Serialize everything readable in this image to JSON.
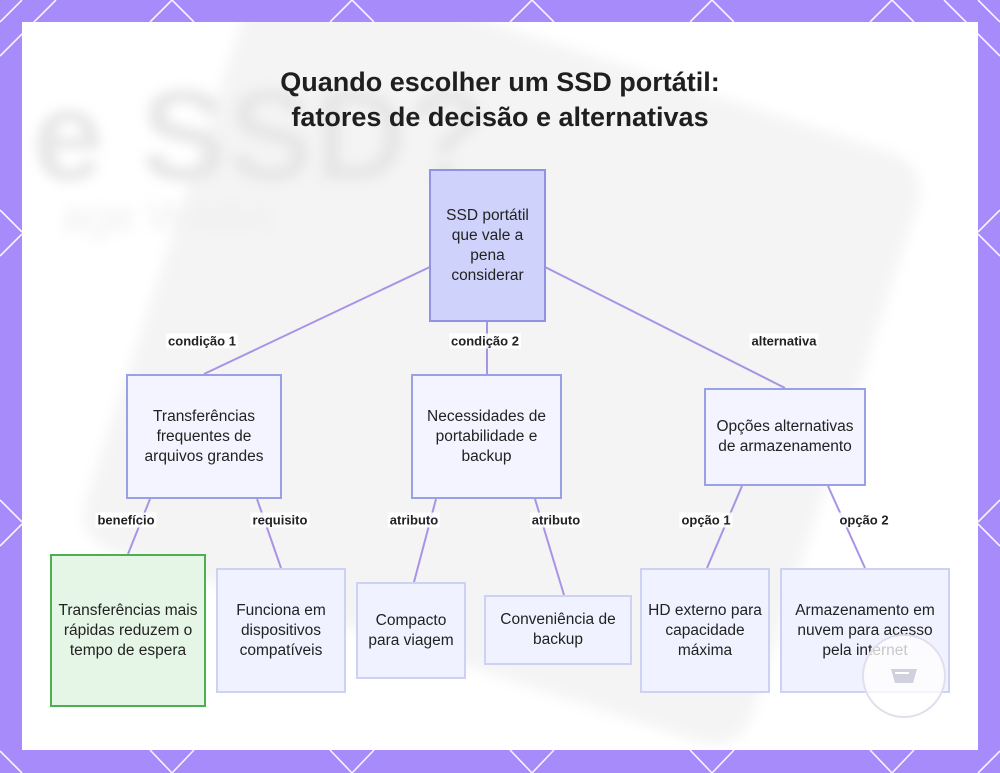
{
  "title": {
    "line1": "Quando escolher um SSD portátil:",
    "line2": "fatores de decisão e alternativas"
  },
  "background": {
    "big_text": "e SSD?",
    "small_text": "age Works"
  },
  "nodes": {
    "root": "SSD portátil que vale a pena considerar",
    "transfers": "Transferências frequentes de arquivos grandes",
    "portability": "Necessidades de portabilidade e backup",
    "alternatives": "Opções alternativas de armazenamento",
    "faster": "Transferências mais rápidas reduzem o tempo de espera",
    "compatible": "Funciona em dispositivos compatíveis",
    "compact": "Compacto para viagem",
    "backup_convenience": "Conveniência de backup",
    "hdd": "HD externo para capacidade máxima",
    "cloud": "Armazenamento em nuvem para acesso pela internet"
  },
  "edge_labels": {
    "cond1": "condição 1",
    "cond2": "condição 2",
    "alternative": "alternativa",
    "benefit": "benefício",
    "requirement": "requisito",
    "attribute1": "atributo",
    "attribute2": "atributo",
    "option1": "opção 1",
    "option2": "opção 2"
  },
  "colors": {
    "frame": "#a78bfa",
    "edge": "#a993e6",
    "root_fill": "#cfd3fb",
    "benefit_fill": "#e6f6e6",
    "benefit_border": "#4caf50"
  },
  "icons": {
    "watermark": "logo-watermark-icon"
  }
}
